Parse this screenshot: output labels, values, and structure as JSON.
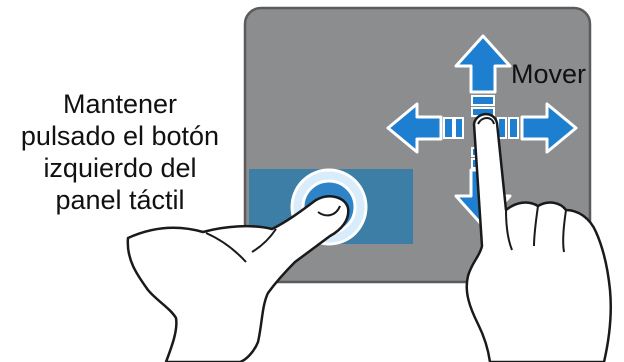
{
  "instruction": {
    "lines": [
      "Mantener",
      "pulsado el botón",
      "izquierdo del",
      "panel táctil"
    ]
  },
  "gesture": {
    "label": "Mover"
  },
  "colors": {
    "touchpad_fill": "#8c8d8f",
    "touchpad_border": "#5a5b5d",
    "left_button_zone": "#3c7ea5",
    "arrow_fill": "#1e7fd0",
    "arrow_outline": "#ffffff",
    "touch_ring": "#d8ecfb",
    "hand_outline": "#1a1a1a",
    "hand_fill": "#ffffff"
  },
  "icons": [
    "hand-pressing-icon",
    "hand-dragging-icon",
    "four-way-move-arrows-icon",
    "touch-point-icon"
  ]
}
